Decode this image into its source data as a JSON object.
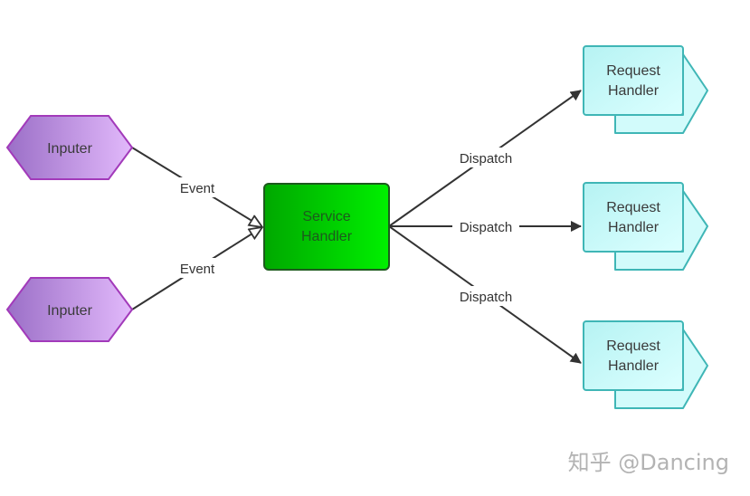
{
  "nodes": {
    "inputer_1": {
      "label": "Inputer"
    },
    "inputer_2": {
      "label": "Inputer"
    },
    "service_handler": {
      "line1": "Service",
      "line2": "Handler"
    },
    "request_handler_1": {
      "line1": "Request",
      "line2": "Handler"
    },
    "request_handler_2": {
      "line1": "Request",
      "line2": "Handler"
    },
    "request_handler_3": {
      "line1": "Request",
      "line2": "Handler"
    }
  },
  "edges": {
    "event_top": {
      "label": "Event"
    },
    "event_bottom": {
      "label": "Event"
    },
    "dispatch_top": {
      "label": "Dispatch"
    },
    "dispatch_middle": {
      "label": "Dispatch"
    },
    "dispatch_bottom": {
      "label": "Dispatch"
    }
  },
  "colors": {
    "inputer_fill_start": "#9b6fc7",
    "inputer_fill_end": "#e2b9fb",
    "inputer_stroke": "#a23aba",
    "service_fill_start": "#00a800",
    "service_fill_end": "#00f000",
    "service_stroke": "#1d5a1d",
    "request_fill": "#bdf7f7",
    "request_stroke": "#3fb6b6",
    "edge_stroke": "#333333"
  },
  "watermark": "知乎 @Dancing"
}
